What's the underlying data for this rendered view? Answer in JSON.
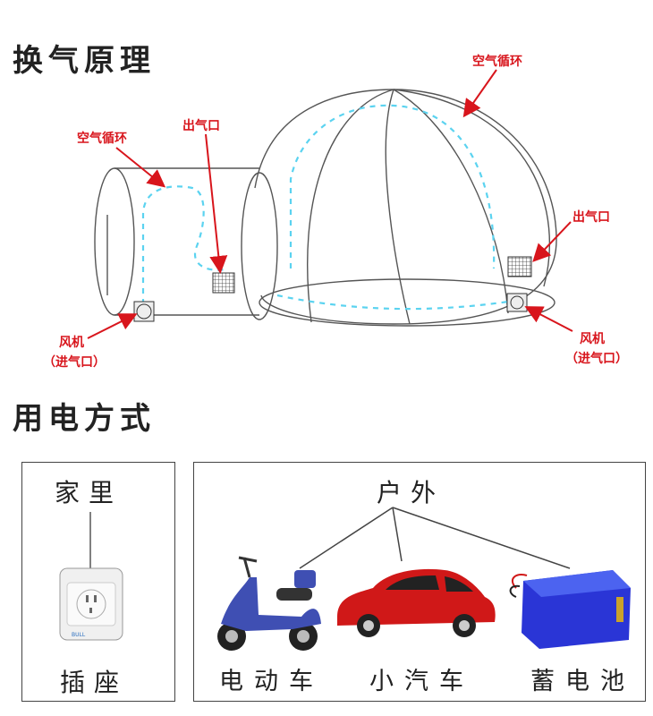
{
  "section1_title": "换气原理",
  "section2_title": "用电方式",
  "ventilation": {
    "air_circulation_left": "空气循环",
    "air_circulation_right": "空气循环",
    "air_outlet_left": "出气口",
    "air_outlet_right": "出气口",
    "fan_left": "风机",
    "fan_left_sub": "（进气口）",
    "fan_right": "风机",
    "fan_right_sub": "（进气口）"
  },
  "power": {
    "home_title": "家里",
    "home_item": "插座",
    "outdoor_title": "户外",
    "outdoor_items": [
      "电动车",
      "小汽车",
      "蓄电池"
    ]
  },
  "colors": {
    "label_red": "#d8151c",
    "airflow_cyan": "#5bd3f0",
    "outline": "#555555"
  }
}
